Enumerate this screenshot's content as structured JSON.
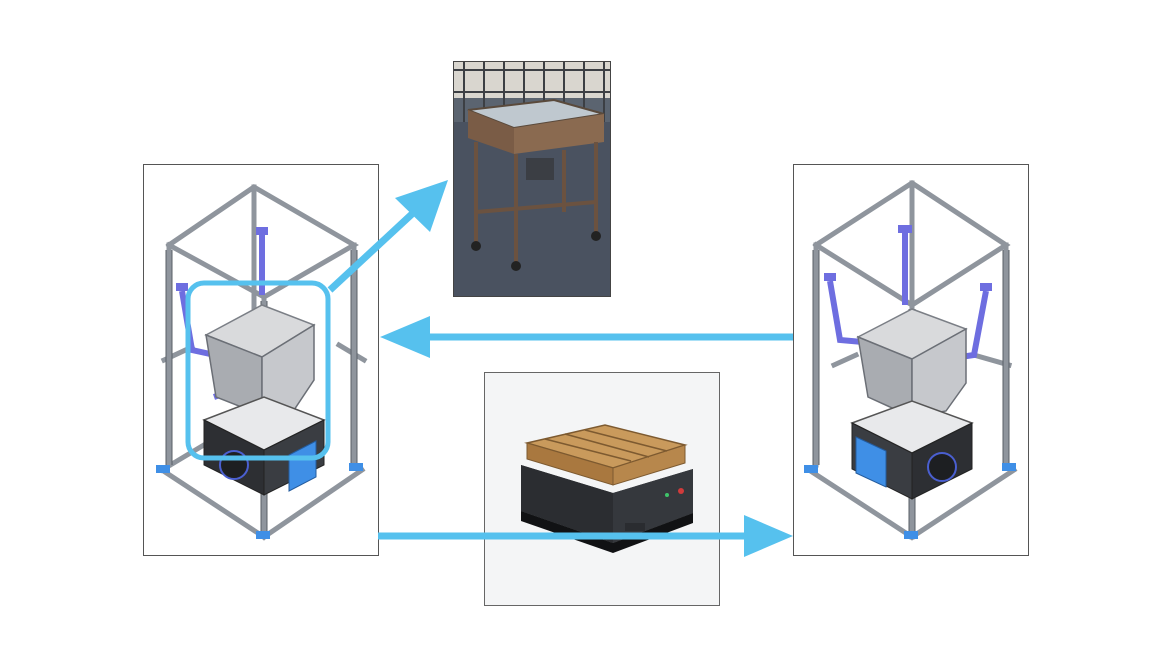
{
  "colors": {
    "arrow": "#56c1ee",
    "frame": "#9aa0a8",
    "bracket": "#6e6ee0",
    "module": "#3f8fe6",
    "highlight": "#56c1ee"
  },
  "panels": {
    "left": {
      "kind": "cad-render",
      "highlighted_region": "hopper-and-brackets"
    },
    "right": {
      "kind": "cad-render"
    },
    "trolley_photo": {
      "kind": "photo"
    },
    "amr_photo": {
      "kind": "product-photo"
    }
  },
  "arrows": [
    {
      "from": "left-highlight",
      "to": "trolley_photo"
    },
    {
      "from": "right",
      "to": "left"
    },
    {
      "from": "left",
      "to": "right"
    }
  ]
}
